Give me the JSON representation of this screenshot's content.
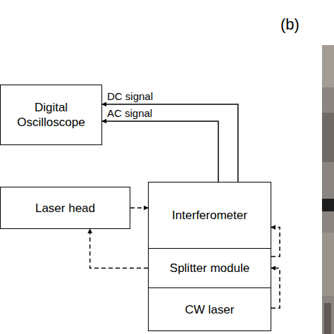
{
  "diagram": {
    "nodes": [
      {
        "text": [
          "Digital Oscilloscope"
        ]
      },
      {
        "text": [
          "Laser head"
        ]
      },
      {
        "text": [
          "Interferometer"
        ]
      },
      {
        "text": [
          "Splitter module"
        ]
      },
      {
        "text": [
          "CW laser"
        ]
      }
    ],
    "edges": [
      {
        "from": 2,
        "to": 0,
        "label": "DC signal",
        "arrow": "to"
      },
      {
        "from": 2,
        "to": 0,
        "label": "AC signal",
        "arrow": "to"
      },
      {
        "from": 1,
        "to": 2,
        "arrow": "to"
      },
      {
        "from": 3,
        "to": 1,
        "arrow": "to"
      },
      {
        "from": 4,
        "to": 3,
        "arrow": "to"
      },
      {
        "from": 3,
        "to": 2,
        "arrow": "to"
      }
    ],
    "labels": [
      "(b)"
    ]
  }
}
